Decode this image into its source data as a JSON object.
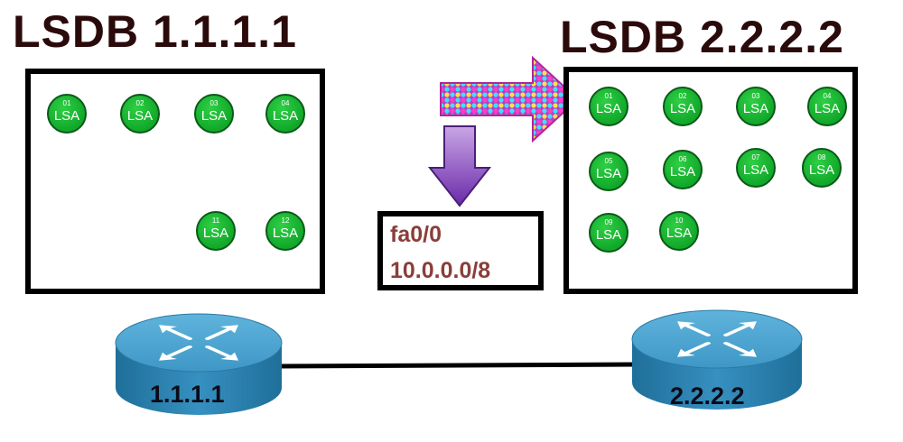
{
  "lsdb_left": {
    "title": "LSDB 1.1.1.1",
    "entries": [
      {
        "num": "01",
        "label": "LSA"
      },
      {
        "num": "02",
        "label": "LSA"
      },
      {
        "num": "03",
        "label": "LSA"
      },
      {
        "num": "04",
        "label": "LSA"
      },
      {
        "num": "11",
        "label": "LSA"
      },
      {
        "num": "12",
        "label": "LSA"
      }
    ]
  },
  "lsdb_right": {
    "title": "LSDB 2.2.2.2",
    "entries": [
      {
        "num": "01",
        "label": "LSA"
      },
      {
        "num": "02",
        "label": "LSA"
      },
      {
        "num": "03",
        "label": "LSA"
      },
      {
        "num": "04",
        "label": "LSA"
      },
      {
        "num": "05",
        "label": "LSA"
      },
      {
        "num": "06",
        "label": "LSA"
      },
      {
        "num": "07",
        "label": "LSA"
      },
      {
        "num": "08",
        "label": "LSA"
      },
      {
        "num": "09",
        "label": "LSA"
      },
      {
        "num": "10",
        "label": "LSA"
      }
    ]
  },
  "info_box": {
    "interface": "fa0/0",
    "network": "10.0.0.0/8"
  },
  "routers": {
    "left": "1.1.1.1",
    "right": "2.2.2.2"
  },
  "colors": {
    "lsa_fill": "#11a82a",
    "router_body": "#2f86b4",
    "router_top": "#4aa3d1",
    "info_text": "#8a3e3a",
    "title_text": "#2a0a0a",
    "flood_arrow_dots": [
      "#ff3fbf",
      "#3fe0ff",
      "#ffe14a"
    ],
    "down_arrow": "#8a44c4"
  },
  "icons": [
    "router-icon",
    "flood-arrow-icon",
    "down-arrow-icon"
  ]
}
